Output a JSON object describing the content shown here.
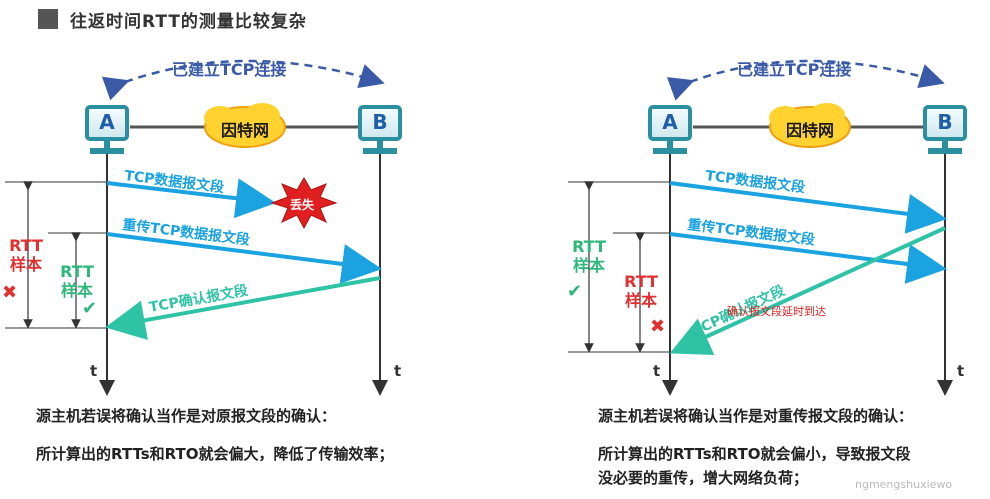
{
  "title": "往返时间RTT的测量比较复杂",
  "left": {
    "connection_label": "已建立TCP连接",
    "host_a": "A",
    "host_b": "B",
    "internet_label": "因特网",
    "arrow1": "TCP数据报文段",
    "lost_label": "丢失",
    "arrow2": "重传TCP数据报文段",
    "arrow3": "TCP确认报文段",
    "rtt_outer": "RTT\n样本",
    "rtt_inner": "RTT\n样本",
    "outer_mark": "✖",
    "inner_mark": "✔",
    "t_label": "t",
    "note_line1": "源主机若误将确认当作是对原报文段的确认：",
    "note_line2": "所计算出的RTTs和RTO就会偏大，降低了传输效率；"
  },
  "right": {
    "connection_label": "已建立TCP连接",
    "host_a": "A",
    "host_b": "B",
    "internet_label": "因特网",
    "arrow1": "TCP数据报文段",
    "arrow2": "重传TCP数据报文段",
    "arrow3": "TCP确认报文段",
    "delay_note": "确认报文段延时到达",
    "rtt_outer": "RTT\n样本",
    "rtt_inner": "RTT\n样本",
    "outer_mark": "✔",
    "inner_mark": "✖",
    "t_label": "t",
    "note_line1": "源主机若误将确认当作是对重传报文段的确认：",
    "note_line2": "所计算出的RTTs和RTO就会偏小，导致报文段",
    "note_line3": "没必要的重传，增大网络负荷；"
  },
  "watermark": "ngmengshuxiewo",
  "colors": {
    "host": "#2a8f9f",
    "blue_arrow": "#1aa3e0",
    "teal_arrow": "#2fc3a6",
    "red": "#e03030",
    "green": "#2db87a",
    "dashed": "#3a5aa8"
  }
}
